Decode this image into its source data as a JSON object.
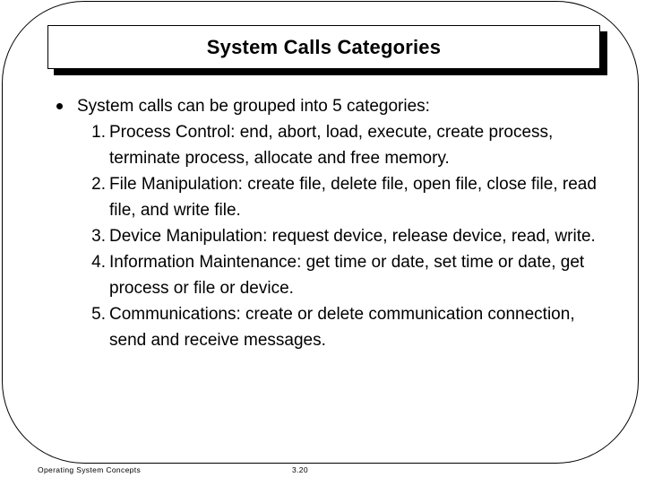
{
  "slide": {
    "title": "System Calls Categories",
    "bullet": {
      "icon": "bullet-dot-icon",
      "text": "System calls can be grouped into 5 categories:"
    },
    "numbered_items": [
      {
        "marker": "1.",
        "text": "Process Control: end, abort, load, execute, create process, terminate process, allocate and free memory."
      },
      {
        "marker": "2.",
        "text": "File Manipulation: create file, delete file, open file, close file, read file, and write file."
      },
      {
        "marker": "3.",
        "text": "Device Manipulation: request device, release device, read, write."
      },
      {
        "marker": "4.",
        "text": "Information Maintenance: get time or date, set time or date, get process or file or device."
      },
      {
        "marker": "5.",
        "text": "Communications: create or delete communication connection, send and receive messages."
      }
    ],
    "footer": {
      "book_title": "Operating System Concepts",
      "page_number": "3.20"
    },
    "colors": {
      "background": "#ffffff",
      "text": "#000000",
      "frame_border": "#000000",
      "title_shadow": "#000000"
    }
  }
}
